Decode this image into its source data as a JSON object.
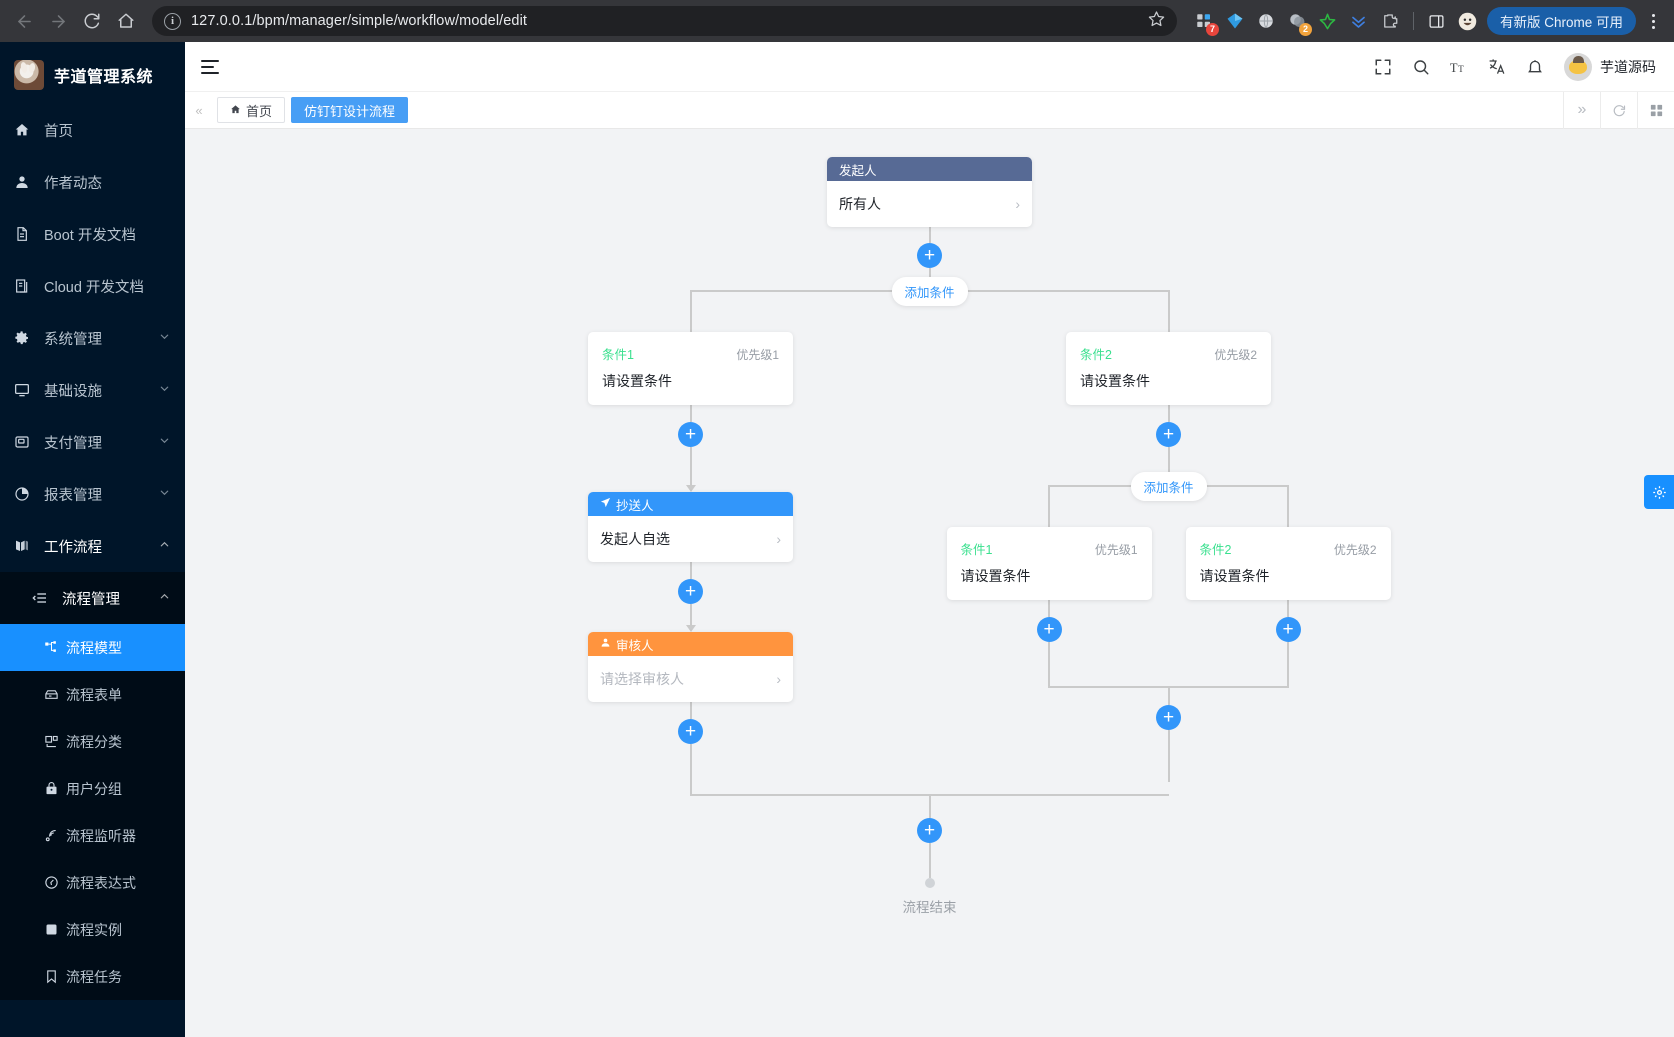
{
  "browser": {
    "url": "127.0.0.1/bpm/manager/simple/workflow/model/edit",
    "back_icon": "back-arrow-icon",
    "forward_icon": "forward-arrow-icon",
    "reload_icon": "reload-icon",
    "home_icon": "home-icon",
    "info_icon": "site-info-icon",
    "star_icon": "bookmark-star-icon",
    "extensions": [
      {
        "name": "extension-grid-icon",
        "badge": "7",
        "badge_color": "#e8453c"
      },
      {
        "name": "extension-diamond-icon",
        "badge": "",
        "badge_color": ""
      },
      {
        "name": "extension-globe-icon",
        "badge": "",
        "badge_color": ""
      },
      {
        "name": "extension-circles-icon",
        "badge": "2",
        "badge_color": "#f2a33c"
      },
      {
        "name": "extension-star-icon",
        "badge": "",
        "badge_color": ""
      },
      {
        "name": "extension-chevrons-down-icon",
        "badge": "",
        "badge_color": ""
      },
      {
        "name": "extension-puzzle-icon",
        "badge": "",
        "badge_color": ""
      }
    ],
    "side_panel_icon": "side-panel-icon",
    "profile_icon": "profile-avatar-icon",
    "update_button": "有新版 Chrome 可用",
    "menu_icon": "kebab-menu-icon"
  },
  "sidebar": {
    "brand": "芋道管理系统",
    "items": [
      {
        "label": "首页",
        "icon": "home-icon",
        "level": 1,
        "arrow": "",
        "active": false
      },
      {
        "label": "作者动态",
        "icon": "user-icon",
        "level": 1,
        "arrow": "",
        "active": false
      },
      {
        "label": "Boot 开发文档",
        "icon": "document-icon",
        "level": 1,
        "arrow": "",
        "active": false
      },
      {
        "label": "Cloud 开发文档",
        "icon": "copy-document-icon",
        "level": 1,
        "arrow": "",
        "active": false
      },
      {
        "label": "系统管理",
        "icon": "gear-icon",
        "level": 1,
        "arrow": "down",
        "active": false
      },
      {
        "label": "基础设施",
        "icon": "monitor-icon",
        "level": 1,
        "arrow": "down",
        "active": false
      },
      {
        "label": "支付管理",
        "icon": "wallet-icon",
        "level": 1,
        "arrow": "down",
        "active": false
      },
      {
        "label": "报表管理",
        "icon": "pie-chart-icon",
        "level": 1,
        "arrow": "down",
        "active": false
      },
      {
        "label": "工作流程",
        "icon": "flow-icon",
        "level": 1,
        "arrow": "up",
        "active": false
      },
      {
        "label": "流程管理",
        "icon": "list-icon",
        "level": 2,
        "arrow": "up",
        "active": false
      },
      {
        "label": "流程模型",
        "icon": "model-icon",
        "level": 3,
        "arrow": "",
        "active": true
      },
      {
        "label": "流程表单",
        "icon": "form-icon",
        "level": 3,
        "arrow": "",
        "active": false
      },
      {
        "label": "流程分类",
        "icon": "category-icon",
        "level": 3,
        "arrow": "",
        "active": false
      },
      {
        "label": "用户分组",
        "icon": "group-icon",
        "level": 3,
        "arrow": "",
        "active": false
      },
      {
        "label": "流程监听器",
        "icon": "listener-icon",
        "level": 3,
        "arrow": "",
        "active": false
      },
      {
        "label": "流程表达式",
        "icon": "expression-icon",
        "level": 3,
        "arrow": "",
        "active": false
      },
      {
        "label": "流程实例",
        "icon": "instance-icon",
        "level": 3,
        "arrow": "",
        "active": false
      },
      {
        "label": "流程任务",
        "icon": "task-icon",
        "level": 3,
        "arrow": "",
        "active": false
      }
    ]
  },
  "topbar": {
    "hamburger_icon": "collapse-menu-icon",
    "icons": [
      "fullscreen-icon",
      "search-icon",
      "font-size-icon",
      "translate-icon",
      "bell-icon"
    ],
    "user_name": "芋道源码"
  },
  "tabbar": {
    "left_arrow": "«",
    "tabs": [
      {
        "label": "首页",
        "icon": "home-icon",
        "active": false
      },
      {
        "label": "仿钉钉设计流程",
        "icon": "",
        "active": true
      }
    ],
    "right_arrow": "»",
    "refresh_icon": "refresh-icon",
    "grid_icon": "grid-icon"
  },
  "canvas": {
    "float_settings_icon": "gear-icon",
    "add_button_label": "+",
    "add_condition_label": "添加条件",
    "end_label": "流程结束",
    "start_node": {
      "type": "initiator",
      "title": "发起人",
      "value": "所有人",
      "header_color": "#576a95"
    },
    "branch1": {
      "add_condition_label": "添加条件",
      "conditions": [
        {
          "name": "条件1",
          "priority": "优先级1",
          "value": "请设置条件"
        },
        {
          "name": "条件2",
          "priority": "优先级2",
          "value": "请设置条件"
        }
      ]
    },
    "cc_node": {
      "type": "cc",
      "title": "抄送人",
      "icon": "send-icon",
      "value": "发起人自选",
      "header_color": "#3296fa"
    },
    "approver_node": {
      "type": "approver",
      "title": "审核人",
      "icon": "user-icon",
      "value": "请选择审核人",
      "placeholder": true,
      "header_color": "#ff943e"
    },
    "branch2": {
      "add_condition_label": "添加条件",
      "conditions": [
        {
          "name": "条件1",
          "priority": "优先级1",
          "value": "请设置条件"
        },
        {
          "name": "条件2",
          "priority": "优先级2",
          "value": "请设置条件"
        }
      ]
    }
  },
  "colors": {
    "primary": "#3296fa",
    "sidebar_bg": "#001529",
    "sidebar_active": "#1890ff",
    "initiator": "#576a95",
    "cc": "#3296fa",
    "approver": "#ff943e",
    "condition_name": "#3be08f",
    "canvas_bg": "#f2f3f5"
  }
}
